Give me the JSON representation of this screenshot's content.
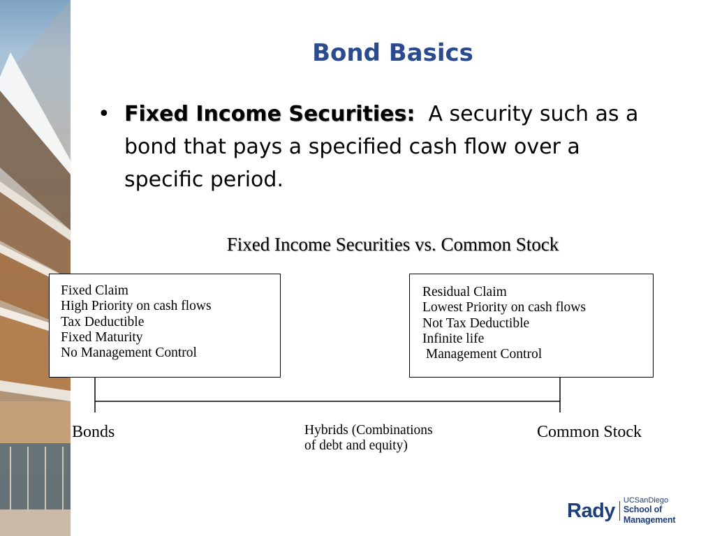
{
  "slide": {
    "title": "Bond Basics",
    "bullet": {
      "symbol": "•",
      "term": "Fixed Income Securities:",
      "definition": "A security such as a bond that pays a specified cash flow over a specific period."
    },
    "subheading": "Fixed Income Securities vs. Common Stock"
  },
  "bonds_box": {
    "lines": [
      "Fixed Claim",
      "High Priority on cash flows",
      "Tax Deductible",
      "Fixed Maturity",
      "No Management Control"
    ]
  },
  "stock_box": {
    "lines": [
      "Residual Claim",
      "Lowest Priority on cash flows",
      "Not Tax Deductible",
      "Infinite life",
      " Management Control"
    ]
  },
  "spectrum": {
    "left_label": "Bonds",
    "middle_label_line1": "Hybrids (Combinations",
    "middle_label_line2": "of debt and equity)",
    "right_label": "Common Stock"
  },
  "logo": {
    "name": "Rady",
    "university": "UCSanDiego",
    "school": "School of Management",
    "color": "#1c3f7a"
  },
  "colors": {
    "title": "#2b4b8f"
  }
}
